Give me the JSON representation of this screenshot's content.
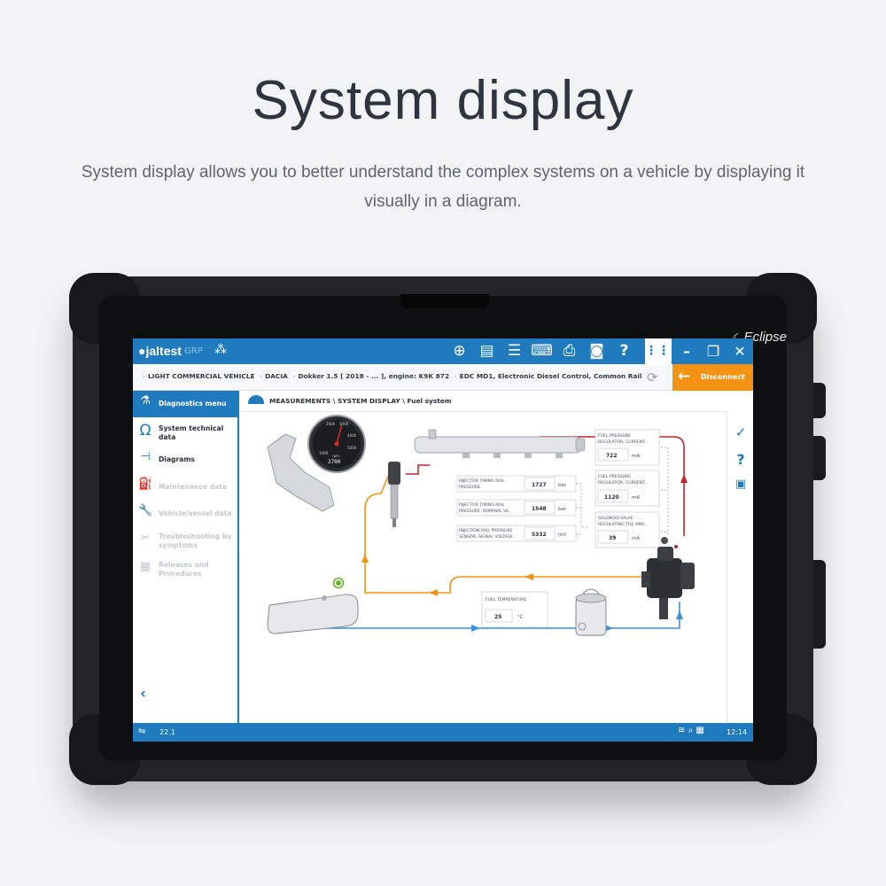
{
  "hero": {
    "title": "System display",
    "subtitle": "System display allows you to better understand the complex systems on a vehicle by displaying it visually in a diagram."
  },
  "device": {
    "brand": "Eclipse"
  },
  "app": {
    "logo": "jaltest",
    "group": "GRP",
    "disconnect_label": "Disconnect",
    "grid_icon": "grid-icon"
  },
  "breadcrumb": {
    "items": [
      "LIGHT COMMERCIAL VEHICLE",
      "DACIA",
      "Dokker 1.5 [ 2018 - ... ], engine: K9K 872",
      "EDC MD1, Electronic Diesel Control, Common Rail"
    ]
  },
  "sidebar": {
    "items": [
      {
        "label": "Diagnostics menu",
        "icon": "diagnostics-icon",
        "state": "active"
      },
      {
        "label": "System technical data",
        "icon": "ohm-icon",
        "state": "enabled"
      },
      {
        "label": "Diagrams",
        "icon": "diagram-icon",
        "state": "enabled"
      },
      {
        "label": "Maintenance data",
        "icon": "oil-can-icon",
        "state": "disabled"
      },
      {
        "label": "Vehicle/vessel data",
        "icon": "wrench-icon",
        "state": "disabled"
      },
      {
        "label": "Troubleshooting by symptoms",
        "icon": "tools-icon",
        "state": "disabled"
      },
      {
        "label": "Releases and Procedures",
        "icon": "document-icon",
        "state": "disabled"
      }
    ]
  },
  "content": {
    "title": "MEASUREMENTS \\ SYSTEM DISPLAY \\ Fuel system"
  },
  "diagram": {
    "gauge": {
      "label": "rpm",
      "value": "2700",
      "ticks": [
        "1000",
        "2000",
        "3000",
        "4000",
        "5000"
      ]
    },
    "readouts": [
      {
        "label1": "INJECTOR TIMING RAIL",
        "label2": "PRESSURE",
        "value": "1727",
        "unit": "bar"
      },
      {
        "label1": "INJECTOR TIMING RAIL",
        "label2": "PRESSURE, NOMINAL VA...",
        "value": "1548",
        "unit": "bar"
      },
      {
        "label1": "INJECTION RAIL PRESSURE",
        "label2": "SENSOR, SIGNAL VOLTAGE",
        "value": "5332",
        "unit": "mV"
      },
      {
        "label1": "FUEL PRESSURE",
        "label2": "REGULATOR, CURRENT...",
        "value": "722",
        "unit": "mA"
      },
      {
        "label1": "FUEL PRESSURE",
        "label2": "REGULATOR, CURRENT...",
        "value": "1120",
        "unit": "mA"
      },
      {
        "label1": "SOLENOID VALVE",
        "label2": "REGULATING THE AMO...",
        "value": "39",
        "unit": "mA"
      },
      {
        "label1": "FUEL TEMPERATURE",
        "label2": "",
        "value": "25",
        "unit": "°C"
      }
    ]
  },
  "statusbar": {
    "version": "22.1",
    "time": "12:14"
  },
  "colors": {
    "primary": "#1f7bbd",
    "accent": "#f39314",
    "high_pressure": "#c0272d",
    "low_pressure": "#3a8fd6",
    "return": "#f39314"
  }
}
